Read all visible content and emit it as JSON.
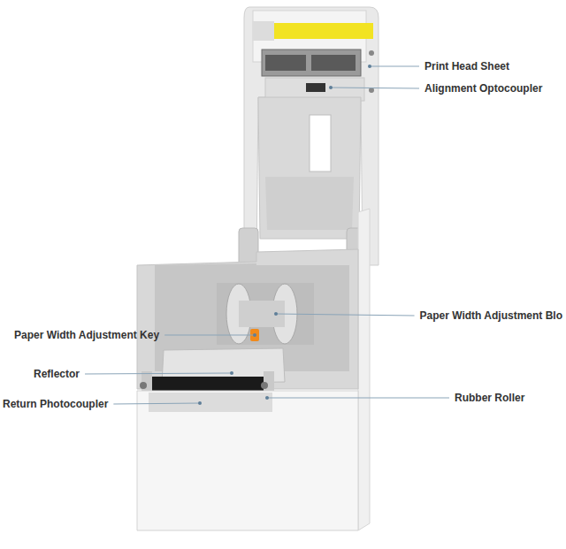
{
  "diagram": {
    "labels": [
      "Print Head Sheet",
      "Alignment Optocoupler",
      "Paper Width Adjustment Blo",
      "Paper Width Adjustment Key",
      "Reflector",
      "Return Photocoupler",
      "Rubber Roller"
    ]
  }
}
